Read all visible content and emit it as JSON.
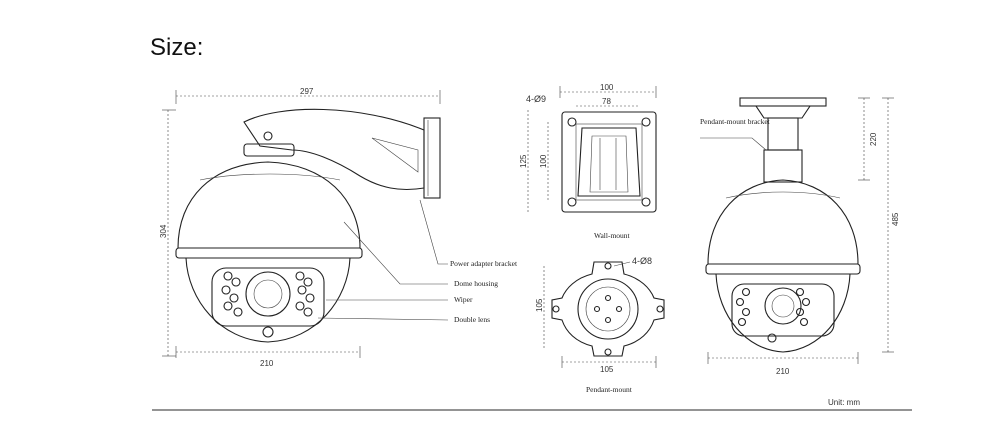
{
  "title": "Size:",
  "unit": "Unit: mm",
  "left_view": {
    "dim_width": "297",
    "dim_height": "304",
    "dim_dome": "210",
    "callouts": [
      "Power adapter bracket",
      "Dome housing",
      "Wiper",
      "Double lens"
    ]
  },
  "wall_mount": {
    "holes": "4-Ø9",
    "dim_outer_w": "100",
    "dim_inner_w": "78",
    "dim_outer_h": "125",
    "dim_inner_h": "100",
    "caption": "Wall-mount"
  },
  "pendant_mount_plate": {
    "holes": "4-Ø8",
    "dim_h": "105",
    "dim_w": "105",
    "caption": "Pendant-mount"
  },
  "right_view": {
    "callout": "Pendant-mount bracket",
    "dim_bracket": "220",
    "dim_total": "485",
    "dim_dome": "210"
  }
}
